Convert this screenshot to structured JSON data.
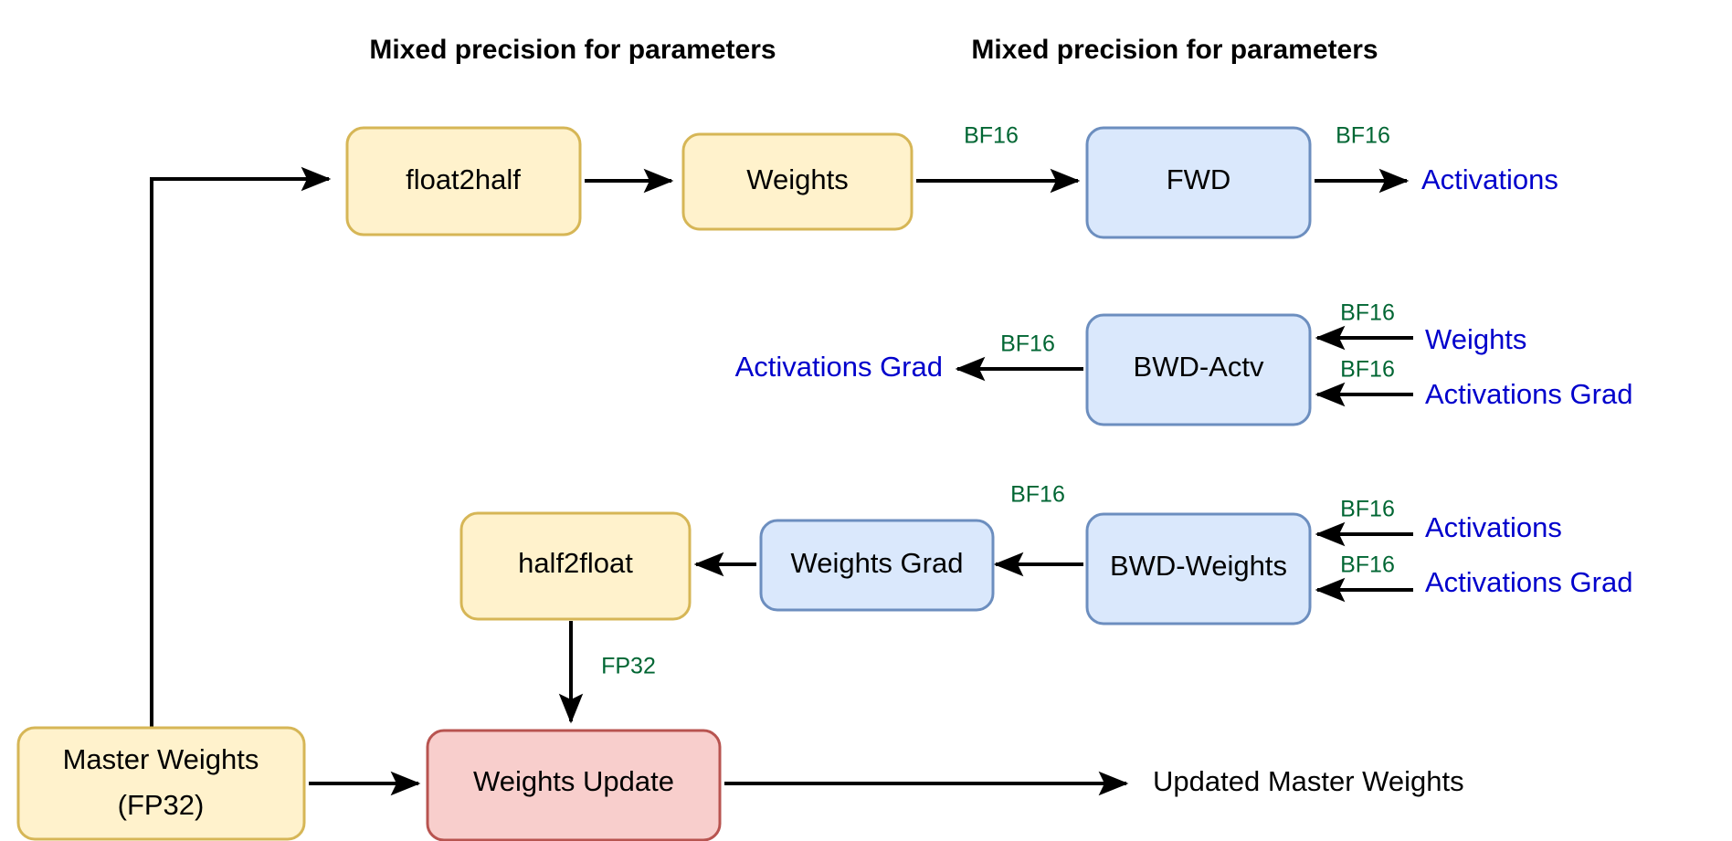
{
  "diagram": {
    "title_left": "Mixed precision for parameters",
    "title_right": "Mixed precision for parameters",
    "colors": {
      "yellow_fill": "#FFF2CC",
      "yellow_stroke": "#D6B656",
      "blue_fill": "#DAE8FC",
      "blue_stroke": "#6C8EBF",
      "red_fill": "#F8CECC",
      "red_stroke": "#B85450",
      "edge_label_green": "#006633",
      "tensor_label_blue": "#0000CC",
      "arrow_black": "#000000"
    },
    "nodes": {
      "float2half": "float2half",
      "weights": "Weights",
      "fwd": "FWD",
      "bwd_actv": "BWD-Actv",
      "weights_grad": "Weights Grad",
      "bwd_weights": "BWD-Weights",
      "half2float": "half2float",
      "master_weights_line1": "Master Weights",
      "master_weights_line2": "(FP32)",
      "weights_update": "Weights Update"
    },
    "tensor_labels": {
      "activations_fwd_out": "Activations",
      "weights_into_bwd_actv": "Weights",
      "activations_grad_into_bwd_actv": "Activations Grad",
      "activations_grad_out": "Activations Grad",
      "activations_into_bwd_weights": "Activations",
      "activations_grad_into_bwd_weights": "Activations Grad",
      "updated_master_weights": "Updated Master Weights"
    },
    "edge_labels": {
      "weights_to_fwd": "BF16",
      "fwd_to_activations": "BF16",
      "bwd_actv_to_activations_grad": "BF16",
      "weights_to_bwd_actv": "BF16",
      "activations_grad_to_bwd_actv": "BF16",
      "bwd_weights_to_weights_grad": "BF16",
      "activations_to_bwd_weights": "BF16",
      "activations_grad_to_bwd_weights": "BF16",
      "half2float_to_weights_update": "FP32"
    }
  }
}
